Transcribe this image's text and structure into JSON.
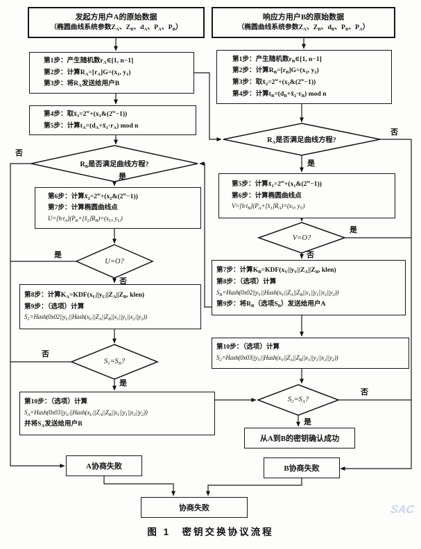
{
  "caption": "图 1　密钥交换协议流程",
  "watermark": "SAC",
  "labels": {
    "yes": "是",
    "no": "否"
  },
  "nodes": {
    "a_source": {
      "title": "发起方用户A的原始数据",
      "params": "（椭圆曲线系统参数Z~A~、Z~B~、d~A~、P~A~、P~B~）"
    },
    "b_source": {
      "title": "响应方用户B的原始数据",
      "params": "（椭圆曲线系统参数Z~A~、Z~B~、d~B~、P~B~、P~A~）"
    },
    "a_steps_1_3": {
      "lines": [
        "第1步：产生随机数r~A~∈[1, n−1]",
        "第2步：计算R~A~=[r~A~]G=(x~1~, y~1~)",
        "第3步：将R~A~发送给用户B"
      ]
    },
    "b_steps_1_4": {
      "lines": [
        "第1步：产生随机数r~B~∈[1, n−1]",
        "第2步：计算R~B~=[r~B~]G=(x~2~, y~2~)",
        "第3步：取x̄~2~=2^w^+(x~2~&(2^w^−1))",
        "第4步：计算t~B~=(d~B~+x̄~2~·r~B~) mod n"
      ]
    },
    "a_steps_4_5": {
      "lines": [
        "第4步：取x̄~1~=2^w^+(x~1~&(2^w^−1))",
        "第5步：计算t~A~=(d~A~+x̄~1~·r~A~) mod n"
      ]
    },
    "a_steps_6_7": {
      "lines": [
        "第6步：计算x̄~2~=2^w^+(x~2~&(2^w^−1))",
        "第7步：计算椭圆曲线点",
        "U=[h·t~A~](P~B~+[x̄~2~]R~B~)=(x~U~, y~U~)"
      ]
    },
    "b_steps_5_6": {
      "lines": [
        "第5步：计算x̄~1~=2^w^+(x~1~&(2^w^−1))",
        "第6步：计算椭圆曲线点",
        "V=[h·t~B~](P~A~+[x̄~1~]R~A~)=(x~V~, y~V~)"
      ]
    },
    "a_steps_8_9": {
      "lines": [
        "第8步：计算K~A~=KDF(x~U~||y~U~||Z~A~||Z~B~, klen)",
        "第9步：（选项）计算",
        "S~1~=Hash(0x02||y~U~||Hash(x~U~||Z~A~||Z~B~||x~1~||y~1~||x~2~||y~2~))"
      ]
    },
    "b_steps_7_9": {
      "lines": [
        "第7步：计算K~B~=KDF(x~V~||y~V~||Z~A~||Z~B~, klen)",
        "第8步：（选项）计算",
        "S~B~=Hash(0x02||y~V~||Hash(x~V~||Z~A~||Z~B~||x~1~||y~1~||x~2~||y~2~))",
        "第9步：将R~B~（选项S~B~）发送给用户A"
      ]
    },
    "b_step_10": {
      "lines": [
        "第10步：（选项）计算",
        "S~2~=Hash(0x03||y~V~||Hash(x~V~||Z~A~||Z~B~||x~1~||y~1~||x~2~||y~2~))"
      ]
    },
    "a_step_10": {
      "lines": [
        "第10步：（选项）计算",
        "S~A~=Hash(0x03||y~U~||Hash(x~U~||Z~A~||Z~B~||x~1~||y~1~||x~2~||y~2~))",
        "并将S~A~发送给用户B"
      ]
    },
    "success": "从A到B的密钥确认成功",
    "a_fail": "A协商失败",
    "b_fail": "B协商失败",
    "fail": "协商失败"
  },
  "decisions": {
    "rb": "R~B~是否满足曲线方程?",
    "ra": "R~A~是否满足曲线方程?",
    "u": "U=O?",
    "v": "V=O?",
    "s1": "S~1~=S~B~?",
    "s2": "S~2~=S~A~?"
  }
}
